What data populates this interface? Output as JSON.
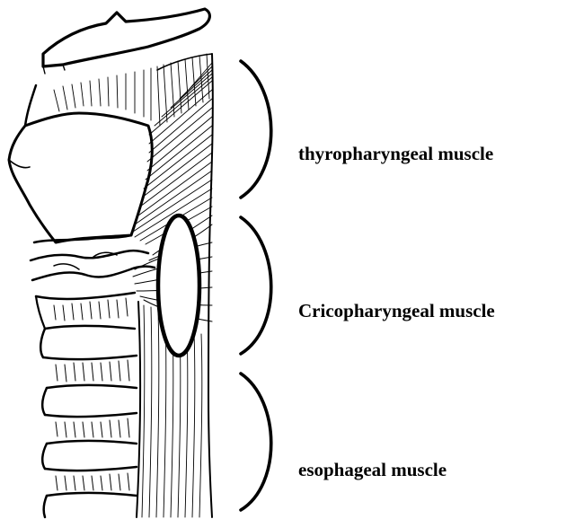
{
  "labels": {
    "thyropharyngeal": "thyropharyngeal muscle",
    "cricopharyngeal": "Cricopharyngeal muscle",
    "esophageal": "esophageal muscle"
  },
  "colors": {
    "ink": "#000000",
    "paper": "#ffffff"
  }
}
